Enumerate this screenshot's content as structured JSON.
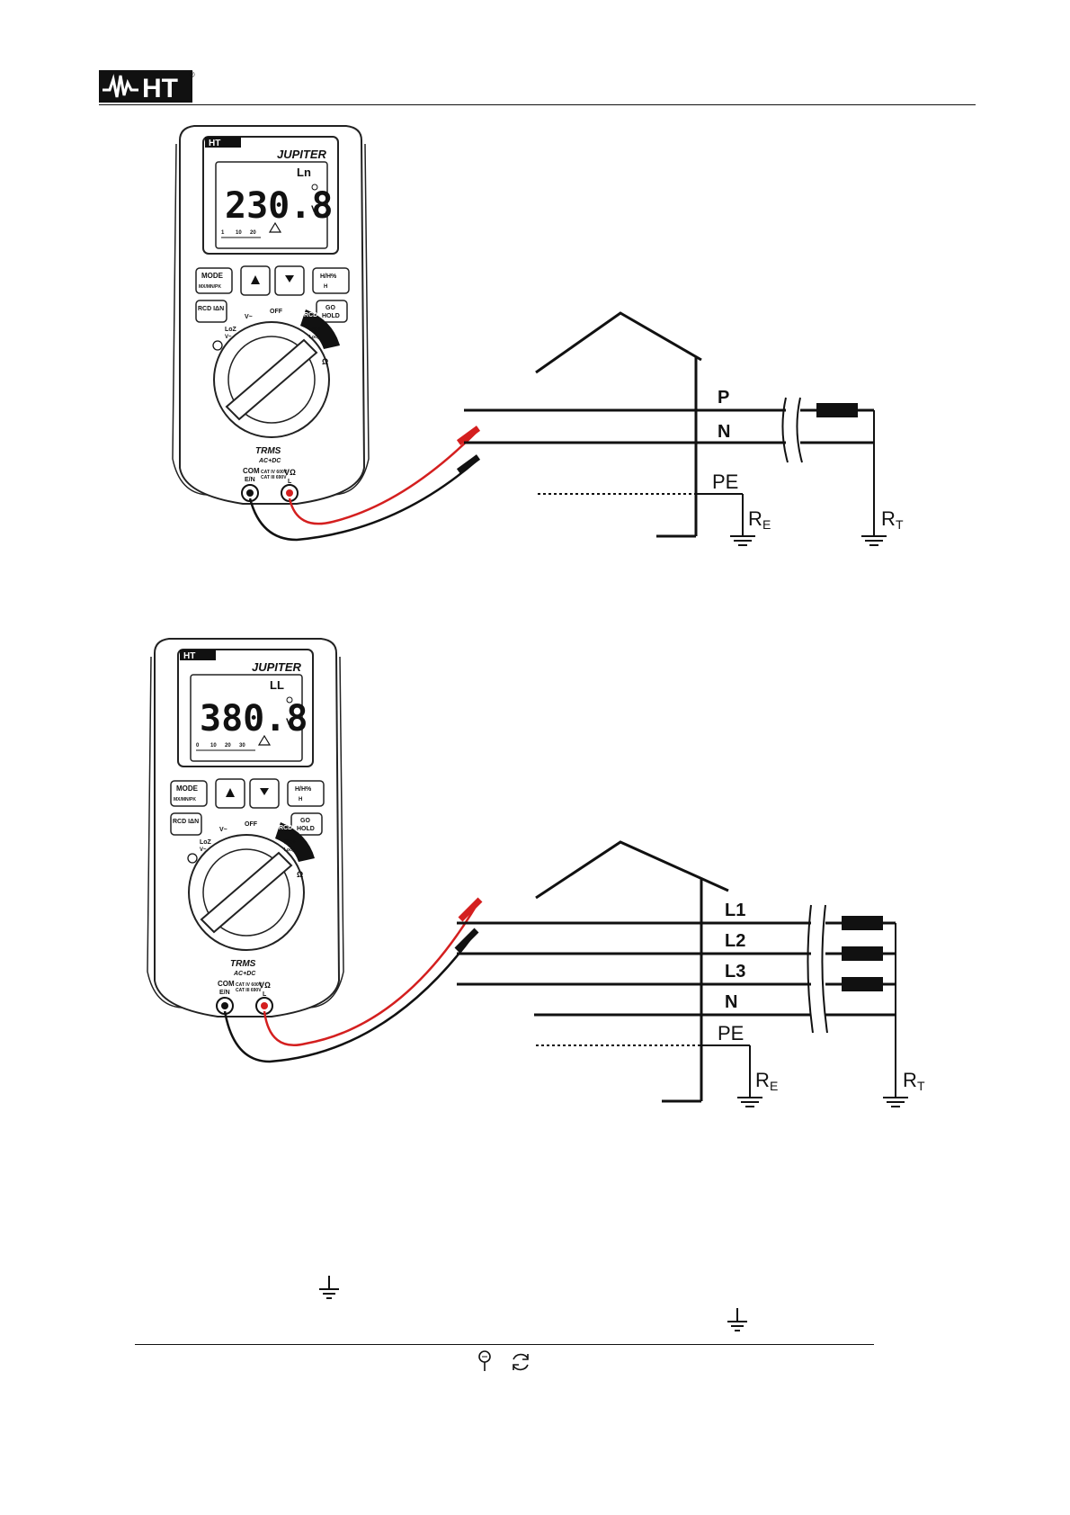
{
  "header": {
    "logo_text": "HT",
    "registered_mark": "®"
  },
  "figure1": {
    "meter": {
      "brand": "HT",
      "model": "JUPITER",
      "mode_indicator": "Ln",
      "reading": "230.8",
      "unit": "V",
      "scale_ticks": [
        "1",
        "10",
        "20"
      ],
      "buttons": {
        "mode": "MODE",
        "mode_sub": "MX/MN/PK",
        "hold": "H/H%",
        "hold_sub": "H",
        "rcd": "RCD IΔN",
        "go_hold": "GO",
        "go_hold_sub": "HOLD"
      },
      "dial": {
        "vac": "V~",
        "off": "OFF",
        "rcd": "RCD",
        "loz": "LoZ",
        "loz_sub": "V~",
        "ra": "Ra+",
        "ra_sub": "Loop",
        "ohm": "Ω"
      },
      "trms": "TRMS",
      "trms_sub": "AC+DC",
      "cat1": "CAT IV 600V",
      "cat2": "CAT III 690V",
      "com": "COM",
      "com_sub": "E/N",
      "vterm": "VΩ",
      "vterm_sub": "L"
    },
    "conductors": [
      "P",
      "N",
      "PE"
    ],
    "resistances": [
      {
        "main": "R",
        "sub": "E"
      },
      {
        "main": "R",
        "sub": "T"
      }
    ]
  },
  "figure2": {
    "meter": {
      "brand": "HT",
      "model": "JUPITER",
      "mode_indicator": "LL",
      "reading": "380.8",
      "unit": "V",
      "scale_ticks": [
        "0",
        "10",
        "20",
        "30"
      ],
      "buttons": {
        "mode": "MODE",
        "mode_sub": "MX/MN/PK",
        "hold": "H/H%",
        "hold_sub": "H",
        "rcd": "RCD IΔN",
        "go_hold": "GO",
        "go_hold_sub": "HOLD"
      },
      "dial": {
        "vac": "V~",
        "off": "OFF",
        "rcd": "RCD",
        "loz": "LoZ",
        "loz_sub": "V~",
        "ra": "Ra+",
        "ra_sub": "Loop",
        "ohm": "Ω"
      },
      "trms": "TRMS",
      "trms_sub": "AC+DC",
      "cat1": "CAT IV 600V",
      "cat2": "CAT III 690V",
      "com": "COM",
      "com_sub": "E/N",
      "vterm": "VΩ",
      "vterm_sub": "L"
    },
    "conductors": [
      "L1",
      "L2",
      "L3",
      "N",
      "PE"
    ],
    "resistances": [
      {
        "main": "R",
        "sub": "E"
      },
      {
        "main": "R",
        "sub": "T"
      }
    ]
  },
  "colors": {
    "red_lead": "#d41f1f",
    "black_lead": "#111111"
  }
}
